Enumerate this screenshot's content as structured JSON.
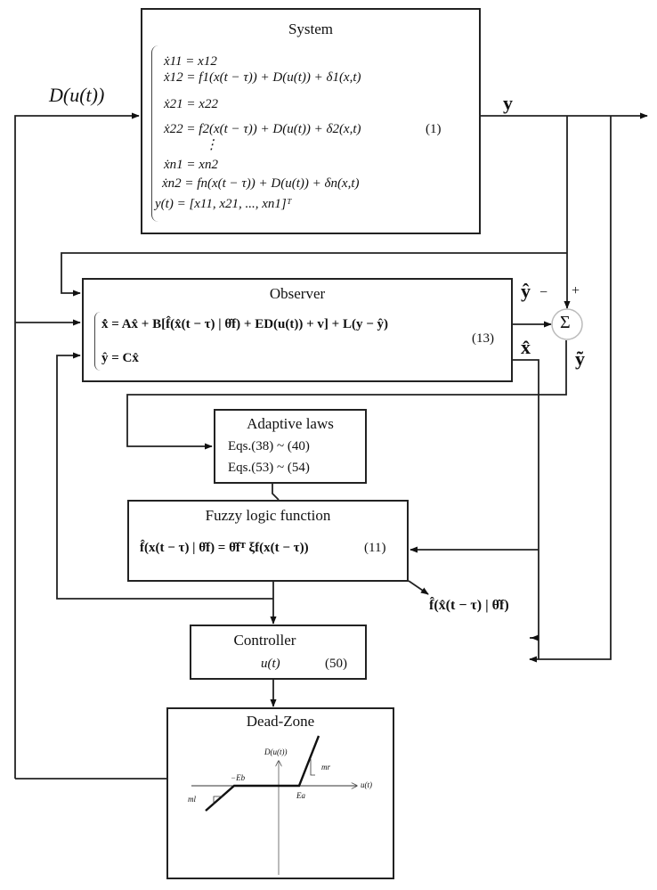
{
  "signals": {
    "dead_zone_output": "D(u(t))",
    "system_output": "y",
    "observer_output_y": "ŷ",
    "observer_output_x": "x̂",
    "error": "ỹ",
    "sum_plus": "+",
    "sum_minus": "−",
    "sum_symbol": "Σ",
    "fuzzy_output": "f̂(x̂(t − τ) | θ̂f)"
  },
  "system": {
    "title": "System",
    "equations": [
      "ẋ11 = x12",
      "ẋ12 = f1(x(t − τ)) + D(u(t)) + δ1(x,t)",
      "ẋ21 = x22",
      "ẋ22 = f2(x(t − τ)) + D(u(t)) + δ2(x,t)",
      "⋮",
      "ẋn1 = xn2",
      "ẋn2 = fn(x(t − τ)) + D(u(t)) + δn(x,t)",
      "y(t) = [x11, x21, ..., xn1]ᵀ"
    ],
    "eq_number": "(1)"
  },
  "observer": {
    "title": "Observer",
    "equations": [
      "x̂̇ = Ax̂ + B[f̂(x̂(t − τ) | θ̂f) + ED(u(t)) + v] + L(y − ŷ)",
      "ŷ = Cx̂"
    ],
    "eq_number": "(13)"
  },
  "adaptive_laws": {
    "title": "Adaptive laws",
    "lines": [
      "Eqs.(38) ~ (40)",
      "Eqs.(53) ~ (54)"
    ]
  },
  "fuzzy": {
    "title": "Fuzzy logic function",
    "equation": "f̂(x(t − τ) | θ̂f) = θ̂fᵀ ξf(x(t − τ))",
    "eq_number": "(11)"
  },
  "controller": {
    "title": "Controller",
    "signal": "u(t)",
    "eq_number": "(50)"
  },
  "dead_zone": {
    "title": "Dead-Zone",
    "y_axis_label": "D(u(t))",
    "x_axis_label": "u(t)",
    "left_break": "−Eb",
    "right_break": "Ea",
    "left_slope": "ml",
    "right_slope": "mr"
  }
}
